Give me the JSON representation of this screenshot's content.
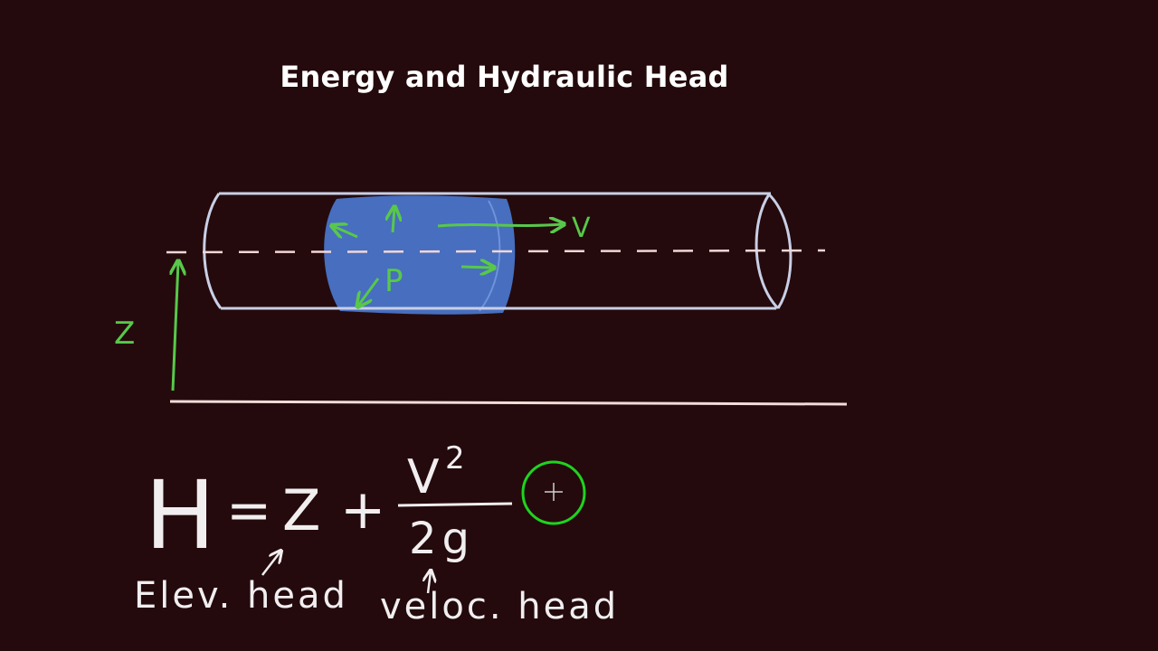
{
  "title": "Energy and Hydraulic Head",
  "labels": {
    "elevation_symbol": "Z",
    "velocity_symbol": "V",
    "pressure_symbol": "P"
  },
  "equation": {
    "lhs": "H",
    "equals": "=",
    "term1": "Z",
    "plus": "+",
    "numerator": "V",
    "exponent": "2",
    "denominator": "2g",
    "elev_label": "Elev. head",
    "veloc_label": "veloc. head"
  },
  "colors": {
    "background": "#240a0c",
    "annotation_green": "#58c84a",
    "pipe_outline": "#c9cfe6",
    "water_fill": "#4a74c9",
    "chalk_white": "#f1eef0",
    "cursor_ring": "#1fd31f"
  },
  "icons": {
    "cursor": "crosshair-cursor-icon"
  }
}
